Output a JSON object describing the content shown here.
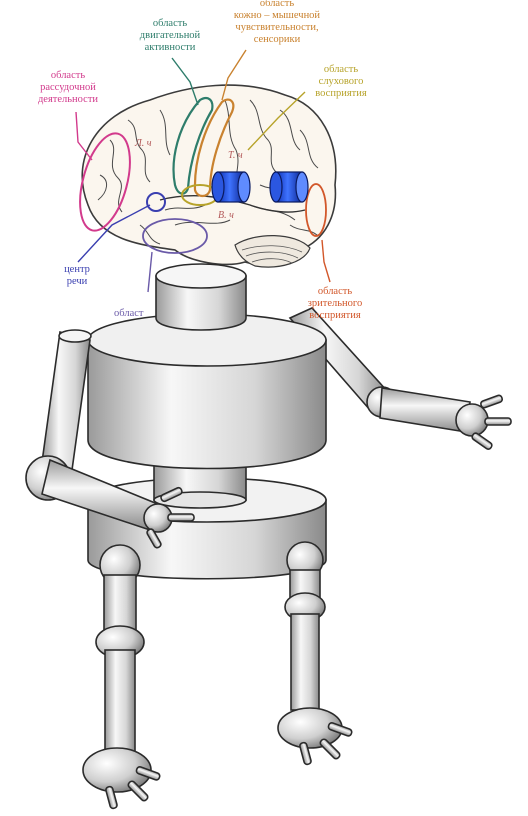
{
  "labels": {
    "motor": [
      "область",
      "двигательной",
      "активности"
    ],
    "sensory": [
      "область",
      "кожно – мышечной",
      "чувствительности,",
      "сенсорики"
    ],
    "thinking": [
      "область",
      "рассудочной",
      "деятельности"
    ],
    "auditory": [
      "область",
      "слухового",
      "восприятия"
    ],
    "speech": [
      "центр",
      "речи"
    ],
    "visual": [
      "область",
      "зрительного",
      "восприятия"
    ],
    "partial": "област"
  },
  "colors": {
    "motor": "#2e7d6b",
    "sensory": "#c9822f",
    "thinking": "#d23a8c",
    "auditory": "#b7a32a",
    "speech": "#3a3fb0",
    "visual": "#d2572a",
    "partial": "#6a5aa8",
    "eyes": "#1f4fe0",
    "metal_light": "#f4f4f4",
    "metal_dark": "#8f8f8f",
    "outline": "#2b2b2b"
  },
  "icons": [
    "brain-diagram",
    "robot-body",
    "robot-eyes"
  ]
}
